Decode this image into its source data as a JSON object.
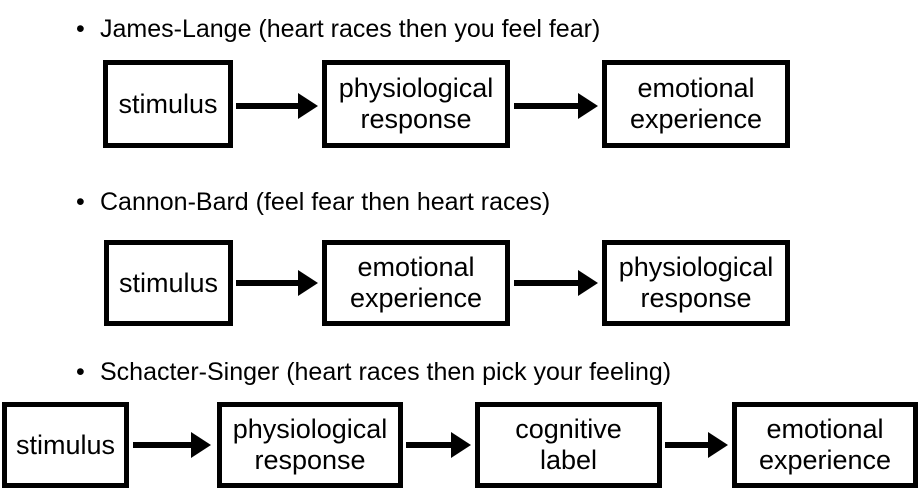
{
  "bullet": "•",
  "sections": [
    {
      "title": "James-Lange (heart races then you feel fear)",
      "boxes": [
        "stimulus",
        "physiological\nresponse",
        "emotional\nexperience"
      ]
    },
    {
      "title": "Cannon-Bard (feel fear then heart races)",
      "boxes": [
        "stimulus",
        "emotional\nexperience",
        "physiological\nresponse"
      ]
    },
    {
      "title": "Schacter-Singer (heart races then pick your feeling)",
      "boxes": [
        "stimulus",
        "physiological\nresponse",
        "cognitive\nlabel",
        "emotional\nexperience"
      ]
    }
  ]
}
